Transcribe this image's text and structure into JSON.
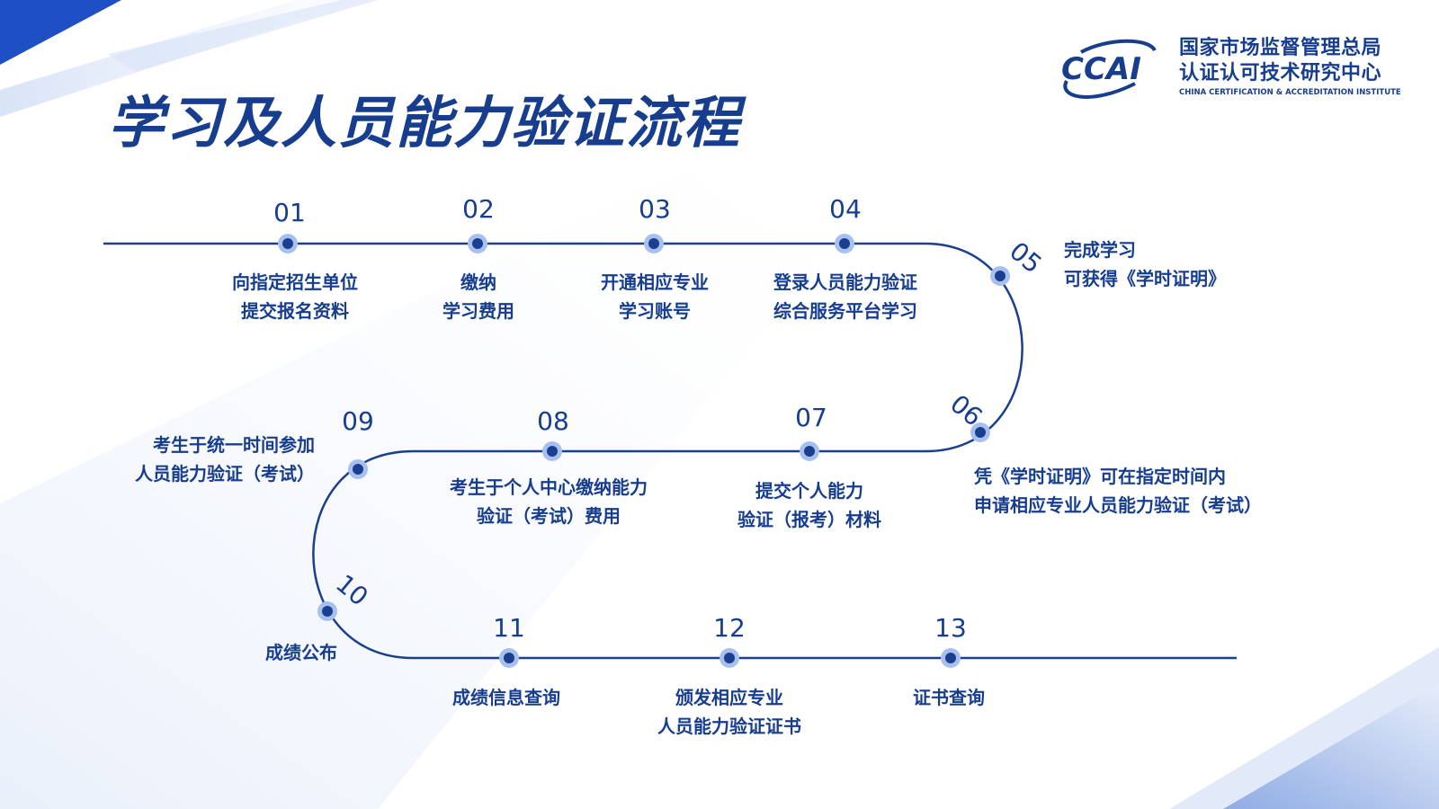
{
  "page": {
    "title": "学习及人员能力验证流程",
    "colors": {
      "primary": "#163d8e",
      "node": "#1a3f8f",
      "node_halo": "#a8c0ef",
      "accent_dark": "#1f4fc4",
      "accent_light": "#b9cdf1"
    }
  },
  "logo": {
    "mark_text": "CCAI",
    "line1": "国家市场监督管理总局",
    "line2": "认证认可技术研究中心",
    "line3": "CHINA CERTIFICATION & ACCREDITATION INSTITUTE"
  },
  "steps": [
    {
      "num": "01",
      "lines": [
        "向指定招生单位",
        "提交报名资料"
      ]
    },
    {
      "num": "02",
      "lines": [
        "缴纳",
        "学习费用"
      ]
    },
    {
      "num": "03",
      "lines": [
        "开通相应专业",
        "学习账号"
      ]
    },
    {
      "num": "04",
      "lines": [
        "登录人员能力验证",
        "综合服务平台学习"
      ]
    },
    {
      "num": "05",
      "lines": [
        "完成学习",
        "可获得《学时证明》"
      ]
    },
    {
      "num": "06",
      "lines": [
        "凭《学时证明》可在指定时间内",
        "申请相应专业人员能力验证（考试）"
      ]
    },
    {
      "num": "07",
      "lines": [
        "提交个人能力",
        "验证（报考）材料"
      ]
    },
    {
      "num": "08",
      "lines": [
        "考生于个人中心缴纳能力",
        "验证（考试）费用"
      ]
    },
    {
      "num": "09",
      "lines": [
        "考生于统一时间参加",
        "人员能力验证（考试）"
      ]
    },
    {
      "num": "10",
      "lines": [
        "成绩公布"
      ]
    },
    {
      "num": "11",
      "lines": [
        "成绩信息查询"
      ]
    },
    {
      "num": "12",
      "lines": [
        "颁发相应专业",
        "人员能力验证证书"
      ]
    },
    {
      "num": "13",
      "lines": [
        "证书查询"
      ]
    }
  ]
}
